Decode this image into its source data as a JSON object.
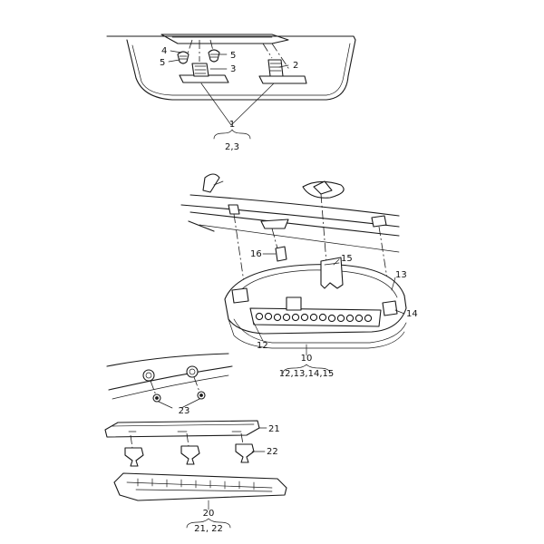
{
  "callouts": {
    "c1": "1",
    "c2": "2",
    "c3": "3",
    "c4": "4",
    "c5a": "5",
    "c5b": "5",
    "c10": "10",
    "c12": "12",
    "c13": "13",
    "c14": "14",
    "c15": "15",
    "c16": "16",
    "c20": "20",
    "c21": "21",
    "c22": "22",
    "c23": "23"
  },
  "groups": {
    "g1": "2,3",
    "g10": "12,13,14,15",
    "g20": "21, 22"
  }
}
